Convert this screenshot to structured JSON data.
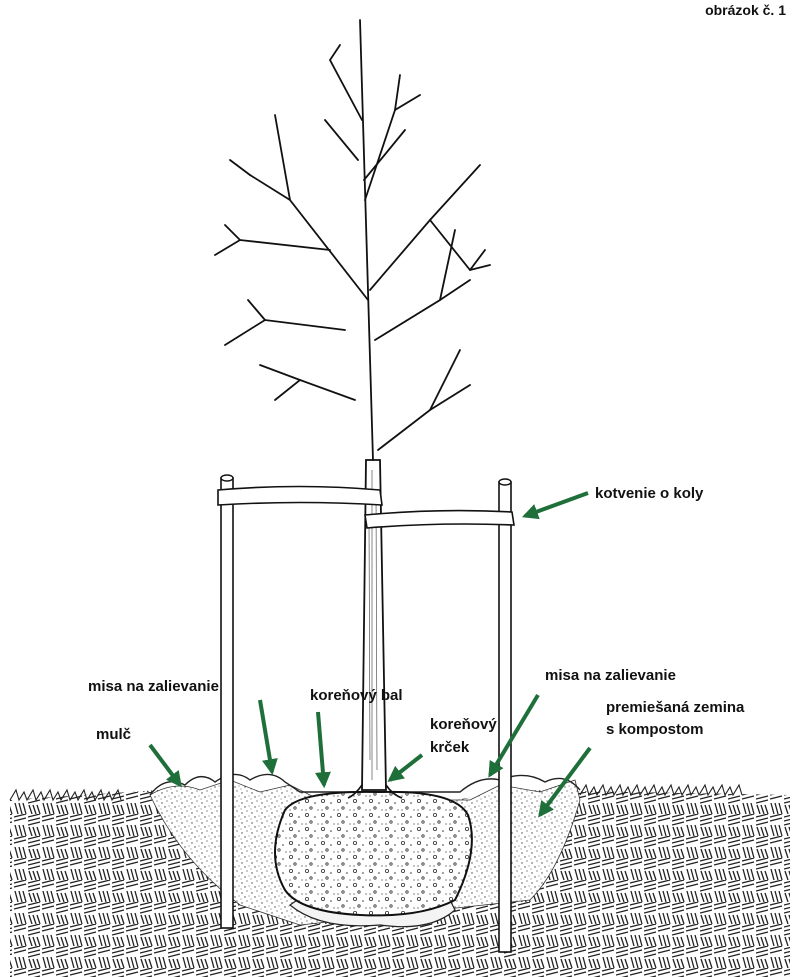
{
  "figure_title": "obrázok č. 1",
  "labels": {
    "kotvenie": "kotvenie o koly",
    "misa_left": "misa na zalievanie",
    "mulc": "mulč",
    "korenovy_bal": "koreňový bal",
    "korenovy_krcek_1": "koreňový",
    "korenovy_krcek_2": "krček",
    "misa_right": "misa na zalievanie",
    "zemina_1": "premiešaná zemina",
    "zemina_2": "s kompostom"
  },
  "colors": {
    "arrow": "#1f6f3a",
    "ink": "#1a1a1a",
    "paper": "#ffffff"
  }
}
